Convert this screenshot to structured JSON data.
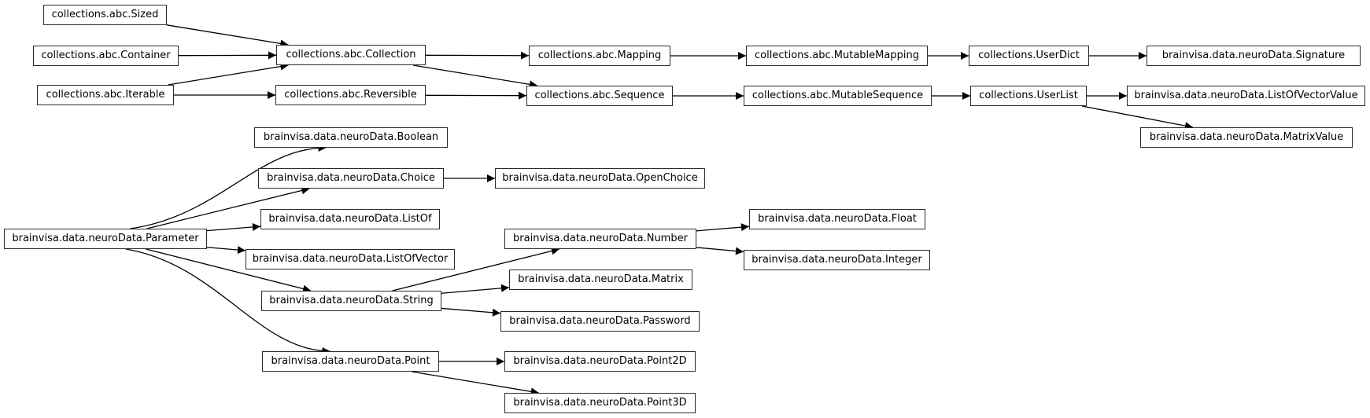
{
  "nodes": {
    "sized": "collections.abc.Sized",
    "container": "collections.abc.Container",
    "iterable": "collections.abc.Iterable",
    "collection": "collections.abc.Collection",
    "reversible": "collections.abc.Reversible",
    "mapping": "collections.abc.Mapping",
    "sequence": "collections.abc.Sequence",
    "mutablemapping": "collections.abc.MutableMapping",
    "mutablesequence": "collections.abc.MutableSequence",
    "userdict": "collections.UserDict",
    "userlist": "collections.UserList",
    "signature": "brainvisa.data.neuroData.Signature",
    "listofvectorvalue": "brainvisa.data.neuroData.ListOfVectorValue",
    "matrixvalue": "brainvisa.data.neuroData.MatrixValue",
    "parameter": "brainvisa.data.neuroData.Parameter",
    "boolean": "brainvisa.data.neuroData.Boolean",
    "choice": "brainvisa.data.neuroData.Choice",
    "openchoice": "brainvisa.data.neuroData.OpenChoice",
    "listof": "brainvisa.data.neuroData.ListOf",
    "listofvector": "brainvisa.data.neuroData.ListOfVector",
    "string": "brainvisa.data.neuroData.String",
    "number": "brainvisa.data.neuroData.Number",
    "float": "brainvisa.data.neuroData.Float",
    "integer": "brainvisa.data.neuroData.Integer",
    "matrix": "brainvisa.data.neuroData.Matrix",
    "password": "brainvisa.data.neuroData.Password",
    "point": "brainvisa.data.neuroData.Point",
    "point2d": "brainvisa.data.neuroData.Point2D",
    "point3d": "brainvisa.data.neuroData.Point3D"
  },
  "edges": [
    {
      "from": "sized",
      "to": "collection"
    },
    {
      "from": "container",
      "to": "collection"
    },
    {
      "from": "iterable",
      "to": "collection"
    },
    {
      "from": "iterable",
      "to": "reversible"
    },
    {
      "from": "collection",
      "to": "mapping"
    },
    {
      "from": "collection",
      "to": "sequence"
    },
    {
      "from": "reversible",
      "to": "sequence"
    },
    {
      "from": "mapping",
      "to": "mutablemapping"
    },
    {
      "from": "sequence",
      "to": "mutablesequence"
    },
    {
      "from": "mutablemapping",
      "to": "userdict"
    },
    {
      "from": "mutablesequence",
      "to": "userlist"
    },
    {
      "from": "userdict",
      "to": "signature"
    },
    {
      "from": "userlist",
      "to": "listofvectorvalue"
    },
    {
      "from": "userlist",
      "to": "matrixvalue"
    },
    {
      "from": "parameter",
      "to": "boolean"
    },
    {
      "from": "parameter",
      "to": "choice"
    },
    {
      "from": "parameter",
      "to": "listof"
    },
    {
      "from": "parameter",
      "to": "listofvector"
    },
    {
      "from": "parameter",
      "to": "string"
    },
    {
      "from": "parameter",
      "to": "point"
    },
    {
      "from": "choice",
      "to": "openchoice"
    },
    {
      "from": "string",
      "to": "number"
    },
    {
      "from": "string",
      "to": "matrix"
    },
    {
      "from": "string",
      "to": "password"
    },
    {
      "from": "number",
      "to": "float"
    },
    {
      "from": "number",
      "to": "integer"
    },
    {
      "from": "point",
      "to": "point2d"
    },
    {
      "from": "point",
      "to": "point3d"
    }
  ]
}
